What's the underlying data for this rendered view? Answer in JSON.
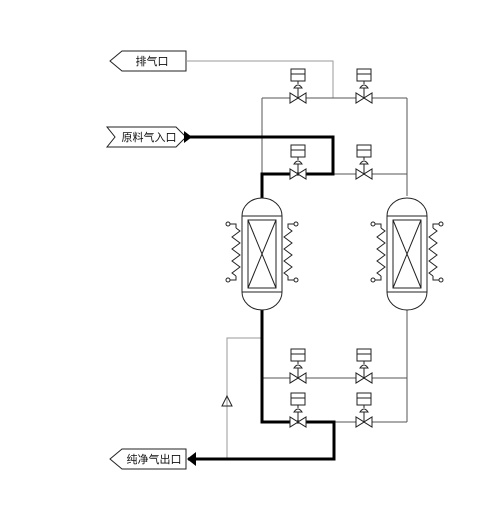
{
  "labels": {
    "exhaust": "排气口",
    "feed_inlet": "原料气入口",
    "product_outlet": "纯净气出口"
  },
  "colors": {
    "main_line": "#000000",
    "branch_line": "#555555",
    "secondary_line": "#9a9a9a"
  },
  "symbols": [
    "valve-icon",
    "actuator-icon",
    "adsorber-tower-icon",
    "heater-coil-icon",
    "check-valve-icon",
    "flag-arrow-icon"
  ]
}
